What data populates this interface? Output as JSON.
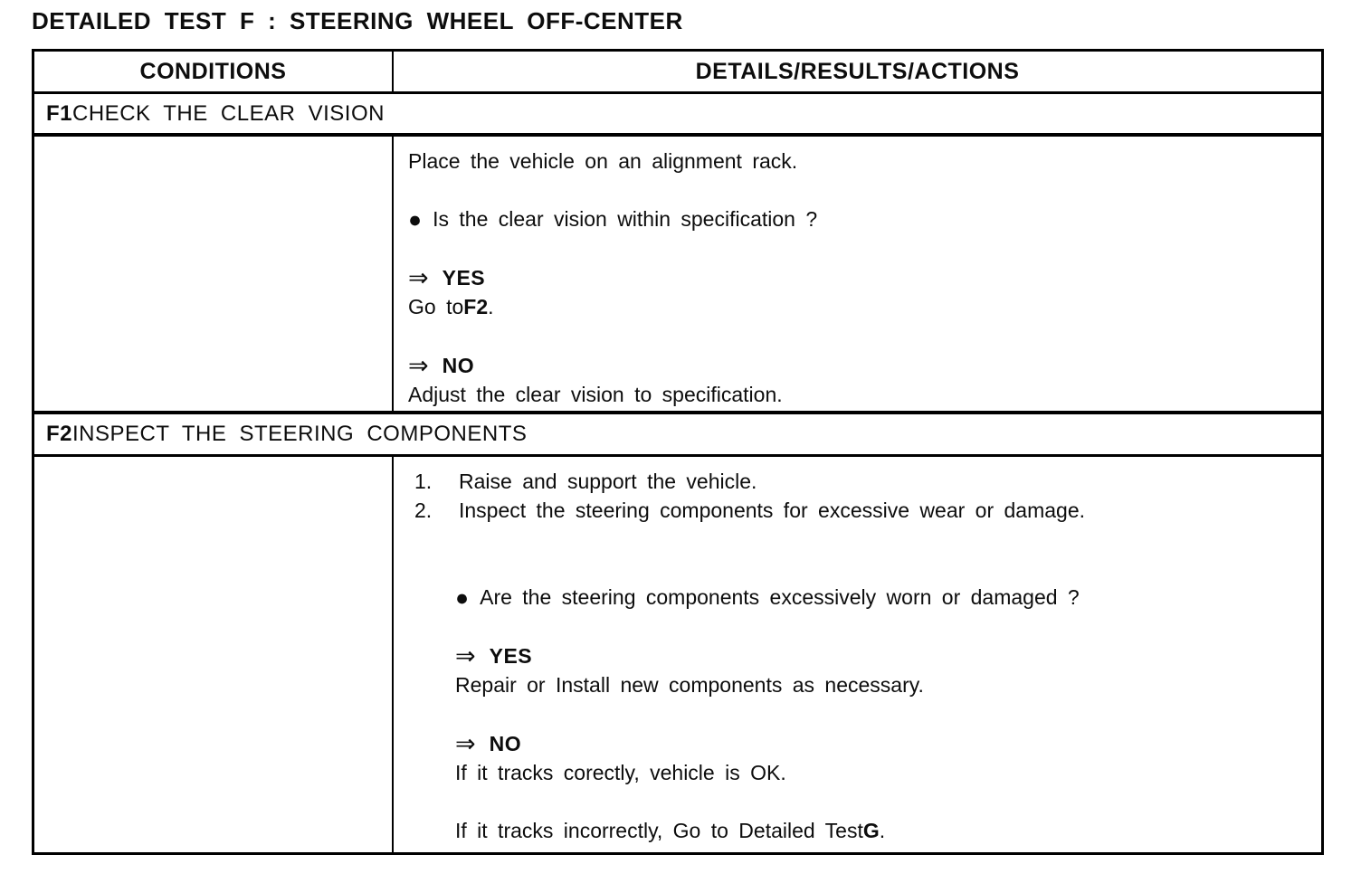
{
  "title": "DETAILED TEST F : STEERING WHEEL OFF-CENTER",
  "colors": {
    "ink": "#0d0d0d",
    "paper": "#ffffff"
  },
  "icons": {
    "bullet": "●",
    "arrow": "⇒"
  },
  "table": {
    "col_conditions": "CONDITIONS",
    "col_details": "DETAILS/RESULTS/ACTIONS",
    "f1": {
      "code": "F1",
      "heading": "CHECK THE CLEAR VISION",
      "intro": "Place the vehicle on an alignment rack.",
      "question": "Is the clear vision within specification ?",
      "yes_label": "YES",
      "yes_action_prefix": "Go to",
      "yes_action_bold": "F2",
      "yes_action_suffix": ".",
      "no_label": "NO",
      "no_action": "Adjust the clear vision to specification."
    },
    "f2": {
      "code": "F2",
      "heading": "INSPECT THE STEERING COMPONENTS",
      "step1_num": "1.",
      "step1_text": "Raise and support the vehicle.",
      "step2_num": "2.",
      "step2_text": "Inspect the steering components for excessive wear or damage.",
      "question": "Are the steering components excessively worn or damaged ?",
      "yes_label": "YES",
      "yes_action": "Repair or Install new components as necessary.",
      "no_label": "NO",
      "no_action_line1": "If it tracks corectly, vehicle is OK.",
      "no_action_line2_prefix": "If it tracks incorrectly, Go to Detailed Test",
      "no_action_line2_bold": "G",
      "no_action_line2_suffix": "."
    }
  }
}
